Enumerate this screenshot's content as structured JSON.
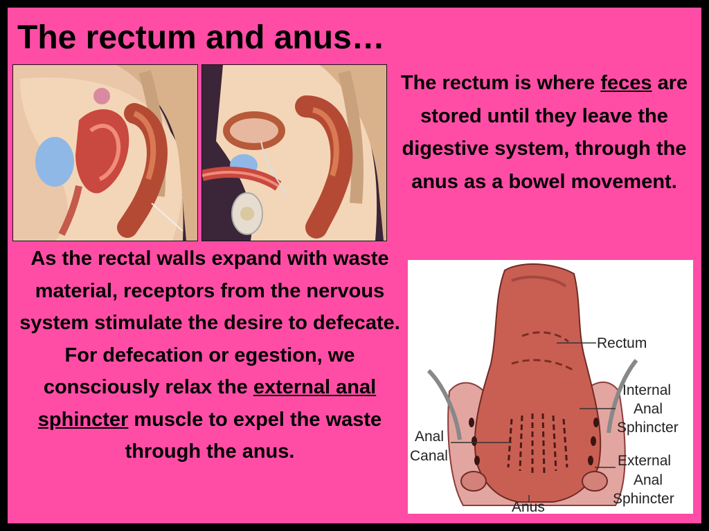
{
  "slide": {
    "title": "The rectum and anus…",
    "paragraph_top": {
      "before": "The rectum is where ",
      "underlined": "feces",
      "after": " are stored until they leave the digestive system, through the anus as a bowel movement."
    },
    "paragraph_bottom": {
      "before": "As the rectal walls expand with waste material, receptors from the nervous system stimulate the desire to defecate. For defecation or egestion, we consciously relax the ",
      "underlined_1": "external anal",
      "between": " ",
      "underlined_2": "sphincter",
      "after": " muscle to expel the waste through the anus."
    },
    "diagram_labels": {
      "rectum": "Rectum",
      "internal_line1": "Internal",
      "internal_line2": "Anal",
      "internal_line3": "Sphincter",
      "external_line1": "External",
      "external_line2": "Anal",
      "external_line3": "Sphincter",
      "anal_canal_line1": "Anal",
      "anal_canal_line2": "Canal",
      "anus": "Anus"
    },
    "colors": {
      "background": "#ff4da6",
      "border": "#000000",
      "text": "#000000"
    }
  }
}
